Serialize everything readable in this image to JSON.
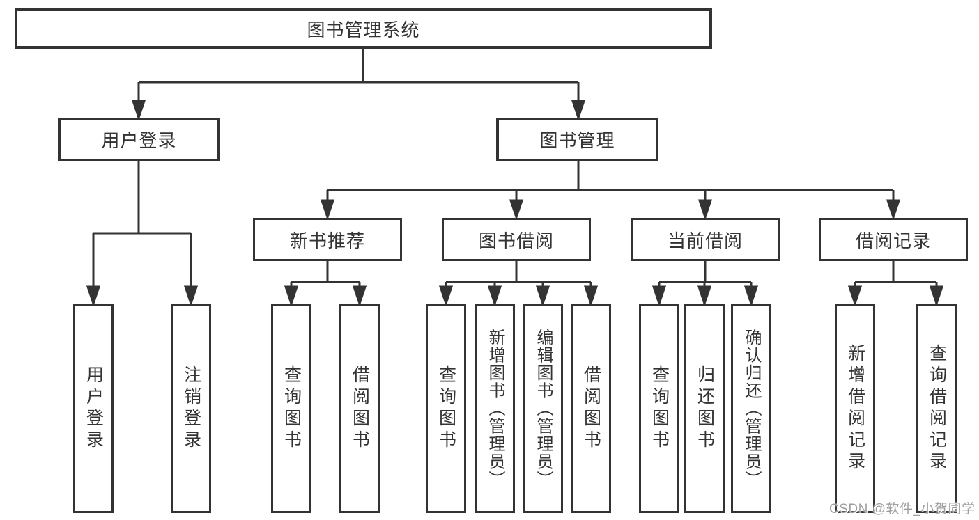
{
  "colors": {
    "background": "#ffffff",
    "line": "#333333",
    "box_border": "#333333",
    "text": "#333333",
    "watermark": "#9e9e9e"
  },
  "watermark": "CSDN @软件_小贺同学",
  "tree": {
    "label": "图书管理系统",
    "children": [
      {
        "label": "用户登录",
        "children": [
          {
            "label": "用户登录"
          },
          {
            "label": "注销登录"
          }
        ]
      },
      {
        "label": "图书管理",
        "children": [
          {
            "label": "新书推荐",
            "children": [
              {
                "label": "查询图书"
              },
              {
                "label": "借阅图书"
              }
            ]
          },
          {
            "label": "图书借阅",
            "children": [
              {
                "label": "查询图书"
              },
              {
                "label": "新增图书（管理员）"
              },
              {
                "label": "编辑图书（管理员）"
              },
              {
                "label": "借阅图书"
              }
            ]
          },
          {
            "label": "当前借阅",
            "children": [
              {
                "label": "查询图书"
              },
              {
                "label": "归还图书"
              },
              {
                "label": "确认归还（管理员）"
              }
            ]
          },
          {
            "label": "借阅记录",
            "children": [
              {
                "label": "新增借阅记录"
              },
              {
                "label": "查询借阅记录"
              }
            ]
          }
        ]
      }
    ]
  }
}
